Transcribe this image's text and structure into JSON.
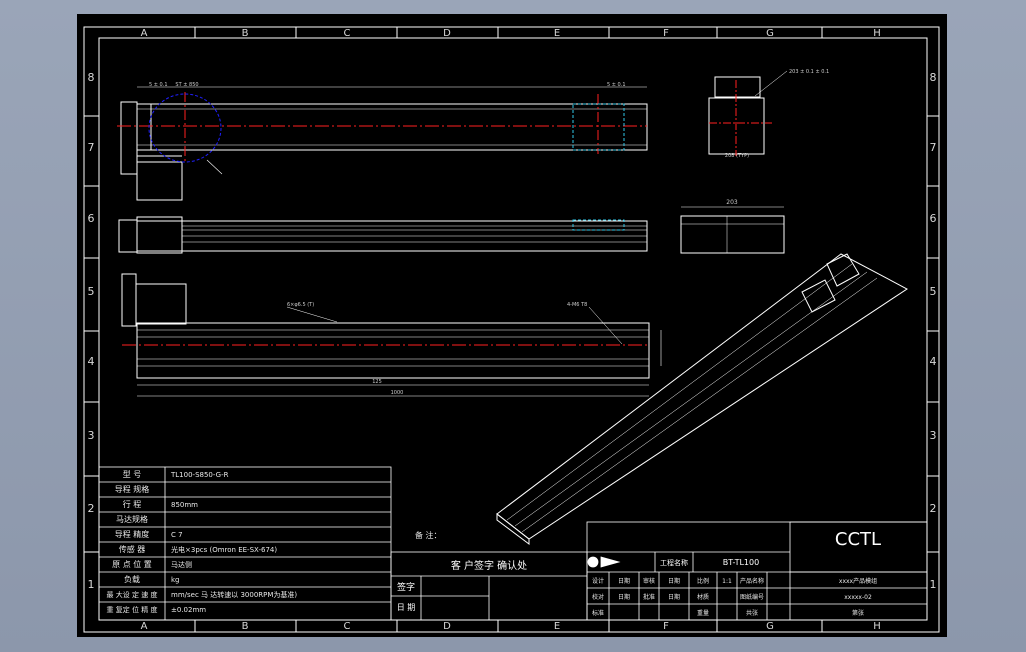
{
  "frame": {
    "columns": [
      "A",
      "B",
      "C",
      "D",
      "E",
      "F",
      "G",
      "H"
    ],
    "rows": [
      "8",
      "7",
      "6",
      "5",
      "4",
      "3",
      "2",
      "1"
    ]
  },
  "dimensions": {
    "top_left": "5 ± 0.1",
    "top_mid": "ST ± 850",
    "top_right": "5 ± 0.1",
    "right_top": "203",
    "side_leader": "203 ± 0.1 ± 0.1",
    "side_bottom": "208 (TYP)",
    "front_leader_l": "6×φ6.5 (T)",
    "front_leader_r": "4-M6 T8",
    "bottom_seg": "125",
    "bottom_total": "1000"
  },
  "spec_table": {
    "rows": [
      {
        "label": "型  号",
        "value": "TL100-S850-G-R"
      },
      {
        "label": "导程 规格",
        "value": ""
      },
      {
        "label": "行  程",
        "value": "850mm"
      },
      {
        "label": "马达规格",
        "value": ""
      },
      {
        "label": "导程 精度",
        "value": "C 7"
      },
      {
        "label": "传感 器",
        "value": "光电×3pcs (Omron EE-SX-674)"
      },
      {
        "label": "原 点 位 置",
        "value": "马达侧"
      },
      {
        "label": "负载",
        "value": "kg"
      },
      {
        "label": "最 大设 定 速 度",
        "value": "mm/sec 马 达转速以 3000RPM为基准)"
      },
      {
        "label": "重 复定 位 精 度",
        "value": "±0.02mm"
      }
    ]
  },
  "notes_label": "备 注：",
  "confirm_title": "客 户签字 确认处",
  "sign_label": "签字",
  "date_label": "日 期",
  "title_block": {
    "company": "CCTL",
    "project_label": "工程名称",
    "project_value": "BT-TL100",
    "r1": [
      "设计",
      "日期",
      "审核",
      "日期",
      "比例",
      "1:1",
      "产品名称",
      "xxxx产品模组"
    ],
    "r2": [
      "校对",
      "日期",
      "批准",
      "日期",
      "材质",
      "",
      "图纸编号",
      "xxxxx-02"
    ],
    "r3": [
      "标准",
      "",
      "",
      "",
      "重量",
      "",
      "共张",
      "第张"
    ]
  },
  "colors": {
    "line": "#ffffff",
    "center": "#ff2020",
    "blue": "#2020ff",
    "cyan": "#30c8e8",
    "background": "#000000",
    "window": "#9aa5b8"
  }
}
